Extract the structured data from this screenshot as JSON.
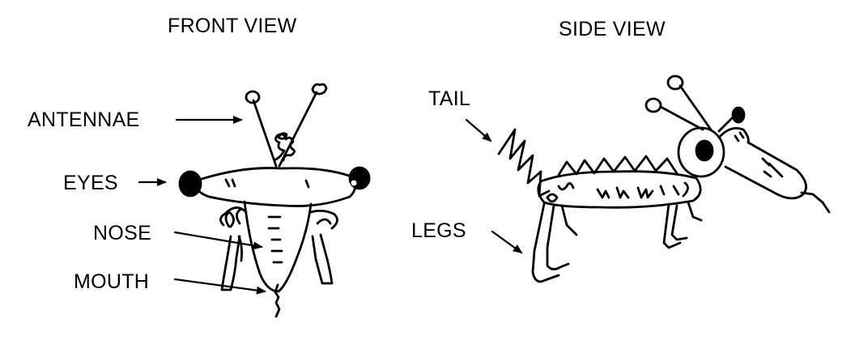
{
  "titles": {
    "front": "FRONT VIEW",
    "side": "SIDE VIEW"
  },
  "labels": {
    "antennae": "ANTENNAE",
    "eyes": "EYES",
    "nose": "NOSE",
    "mouth": "MOUTH",
    "tail": "TAIL",
    "legs": "LEGS"
  }
}
